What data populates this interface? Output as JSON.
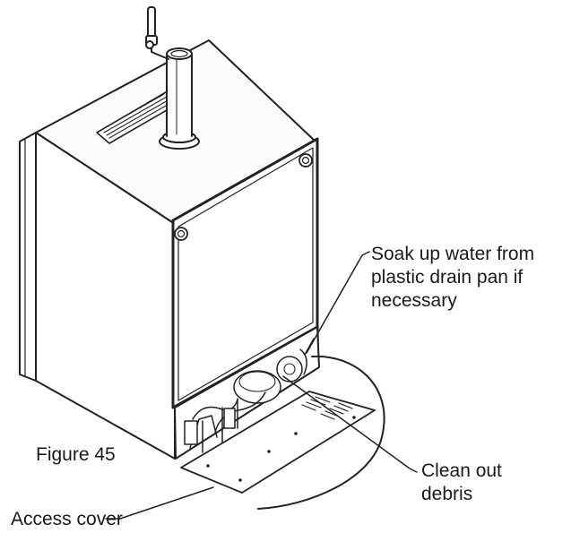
{
  "figure": {
    "caption": "Figure 45",
    "callouts": {
      "soak_up": [
        "Soak up water from",
        "plastic drain pan if",
        "necessary"
      ],
      "clean_out": [
        "Clean out",
        "debris"
      ],
      "access_cover": "Access cover"
    }
  }
}
